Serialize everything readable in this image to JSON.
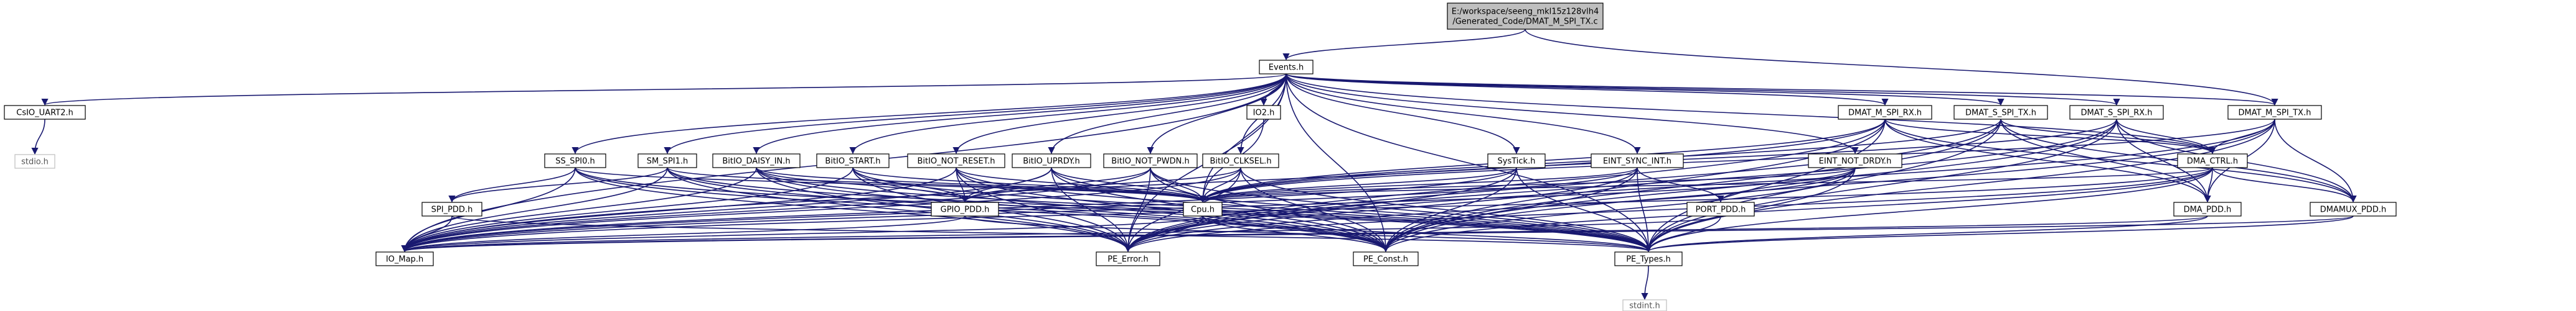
{
  "theme": {
    "edge_color": "#191970",
    "node_border": "#000000",
    "root_fill": "#bfbfbf",
    "external_border": "#bfbfbf",
    "external_text": "#555555",
    "background": "#ffffff"
  },
  "graph": {
    "root": {
      "id": "root",
      "lines": [
        "E:/workspace/seeng_mkl15z128vlh4",
        "/Generated_Code/DMAT_M_SPI_TX.c"
      ]
    },
    "nodes": [
      {
        "id": "events",
        "label": "Events.h",
        "kind": "file"
      },
      {
        "id": "csio",
        "label": "CsIO_UART2.h",
        "kind": "file"
      },
      {
        "id": "stdio",
        "label": "stdio.h",
        "kind": "external"
      },
      {
        "id": "io2",
        "label": "IO2.h",
        "kind": "file"
      },
      {
        "id": "dmatmrx",
        "label": "DMAT_M_SPI_RX.h",
        "kind": "file"
      },
      {
        "id": "dmatstx",
        "label": "DMAT_S_SPI_TX.h",
        "kind": "file"
      },
      {
        "id": "dmatsrx",
        "label": "DMAT_S_SPI_RX.h",
        "kind": "file"
      },
      {
        "id": "dmatmtx",
        "label": "DMAT_M_SPI_TX.h",
        "kind": "file"
      },
      {
        "id": "ssspi0",
        "label": "SS_SPI0.h",
        "kind": "file"
      },
      {
        "id": "smspi1",
        "label": "SM_SPI1.h",
        "kind": "file"
      },
      {
        "id": "daisy",
        "label": "BitIO_DAISY_IN.h",
        "kind": "file"
      },
      {
        "id": "start",
        "label": "BitIO_START.h",
        "kind": "file"
      },
      {
        "id": "notreset",
        "label": "BitIO_NOT_RESET.h",
        "kind": "file"
      },
      {
        "id": "uprdy",
        "label": "BitIO_UPRDY.h",
        "kind": "file"
      },
      {
        "id": "notpwdn",
        "label": "BitIO_NOT_PWDN.h",
        "kind": "file"
      },
      {
        "id": "clksel",
        "label": "BitIO_CLKSEL.h",
        "kind": "file"
      },
      {
        "id": "systick",
        "label": "SysTick.h",
        "kind": "file"
      },
      {
        "id": "eintsync",
        "label": "EINT_SYNC_INT.h",
        "kind": "file"
      },
      {
        "id": "eintnotdrdy",
        "label": "EINT_NOT_DRDY.h",
        "kind": "file"
      },
      {
        "id": "dmactrl",
        "label": "DMA_CTRL.h",
        "kind": "file"
      },
      {
        "id": "spipdd",
        "label": "SPI_PDD.h",
        "kind": "file"
      },
      {
        "id": "gpiopdd",
        "label": "GPIO_PDD.h",
        "kind": "file"
      },
      {
        "id": "cpu",
        "label": "Cpu.h",
        "kind": "file"
      },
      {
        "id": "portpdd",
        "label": "PORT_PDD.h",
        "kind": "file"
      },
      {
        "id": "dmapdd",
        "label": "DMA_PDD.h",
        "kind": "file"
      },
      {
        "id": "dmamuxpdd",
        "label": "DMAMUX_PDD.h",
        "kind": "file"
      },
      {
        "id": "iomap",
        "label": "IO_Map.h",
        "kind": "file"
      },
      {
        "id": "peerror",
        "label": "PE_Error.h",
        "kind": "file"
      },
      {
        "id": "peconst",
        "label": "PE_Const.h",
        "kind": "file"
      },
      {
        "id": "petypes",
        "label": "PE_Types.h",
        "kind": "file"
      },
      {
        "id": "stdint",
        "label": "stdint.h",
        "kind": "external"
      }
    ],
    "edges": [
      [
        "root",
        "events"
      ],
      [
        "root",
        "dmatmtx"
      ],
      [
        "events",
        "csio"
      ],
      [
        "events",
        "io2"
      ],
      [
        "events",
        "dmatmrx"
      ],
      [
        "events",
        "dmatstx"
      ],
      [
        "events",
        "dmatsrx"
      ],
      [
        "events",
        "dmatmtx"
      ],
      [
        "events",
        "ssspi0"
      ],
      [
        "events",
        "smspi1"
      ],
      [
        "events",
        "daisy"
      ],
      [
        "events",
        "start"
      ],
      [
        "events",
        "notreset"
      ],
      [
        "events",
        "uprdy"
      ],
      [
        "events",
        "notpwdn"
      ],
      [
        "events",
        "clksel"
      ],
      [
        "events",
        "systick"
      ],
      [
        "events",
        "eintsync"
      ],
      [
        "events",
        "eintnotdrdy"
      ],
      [
        "events",
        "dmactrl"
      ],
      [
        "events",
        "cpu"
      ],
      [
        "events",
        "iomap"
      ],
      [
        "events",
        "peerror"
      ],
      [
        "events",
        "peconst"
      ],
      [
        "events",
        "petypes"
      ],
      [
        "csio",
        "stdio"
      ],
      [
        "io2",
        "cpu"
      ],
      [
        "ssspi0",
        "spipdd"
      ],
      [
        "ssspi0",
        "cpu"
      ],
      [
        "ssspi0",
        "iomap"
      ],
      [
        "ssspi0",
        "peerror"
      ],
      [
        "ssspi0",
        "peconst"
      ],
      [
        "ssspi0",
        "petypes"
      ],
      [
        "smspi1",
        "spipdd"
      ],
      [
        "smspi1",
        "cpu"
      ],
      [
        "smspi1",
        "iomap"
      ],
      [
        "smspi1",
        "peerror"
      ],
      [
        "smspi1",
        "peconst"
      ],
      [
        "smspi1",
        "petypes"
      ],
      [
        "daisy",
        "gpiopdd"
      ],
      [
        "daisy",
        "cpu"
      ],
      [
        "daisy",
        "iomap"
      ],
      [
        "daisy",
        "peerror"
      ],
      [
        "daisy",
        "peconst"
      ],
      [
        "daisy",
        "petypes"
      ],
      [
        "start",
        "gpiopdd"
      ],
      [
        "start",
        "cpu"
      ],
      [
        "start",
        "iomap"
      ],
      [
        "start",
        "peerror"
      ],
      [
        "start",
        "peconst"
      ],
      [
        "start",
        "petypes"
      ],
      [
        "notreset",
        "gpiopdd"
      ],
      [
        "notreset",
        "cpu"
      ],
      [
        "notreset",
        "iomap"
      ],
      [
        "notreset",
        "peerror"
      ],
      [
        "notreset",
        "peconst"
      ],
      [
        "notreset",
        "petypes"
      ],
      [
        "uprdy",
        "gpiopdd"
      ],
      [
        "uprdy",
        "cpu"
      ],
      [
        "uprdy",
        "iomap"
      ],
      [
        "uprdy",
        "peerror"
      ],
      [
        "uprdy",
        "peconst"
      ],
      [
        "uprdy",
        "petypes"
      ],
      [
        "notpwdn",
        "gpiopdd"
      ],
      [
        "notpwdn",
        "cpu"
      ],
      [
        "notpwdn",
        "iomap"
      ],
      [
        "notpwdn",
        "peerror"
      ],
      [
        "notpwdn",
        "peconst"
      ],
      [
        "notpwdn",
        "petypes"
      ],
      [
        "clksel",
        "gpiopdd"
      ],
      [
        "clksel",
        "cpu"
      ],
      [
        "clksel",
        "iomap"
      ],
      [
        "clksel",
        "peerror"
      ],
      [
        "clksel",
        "peconst"
      ],
      [
        "clksel",
        "petypes"
      ],
      [
        "dmatmrx",
        "dmactrl"
      ],
      [
        "dmatmrx",
        "dmapdd"
      ],
      [
        "dmatmrx",
        "dmamuxpdd"
      ],
      [
        "dmatmrx",
        "cpu"
      ],
      [
        "dmatmrx",
        "iomap"
      ],
      [
        "dmatmrx",
        "peerror"
      ],
      [
        "dmatmrx",
        "peconst"
      ],
      [
        "dmatmrx",
        "petypes"
      ],
      [
        "dmatstx",
        "dmactrl"
      ],
      [
        "dmatstx",
        "dmapdd"
      ],
      [
        "dmatstx",
        "dmamuxpdd"
      ],
      [
        "dmatstx",
        "cpu"
      ],
      [
        "dmatstx",
        "peerror"
      ],
      [
        "dmatstx",
        "peconst"
      ],
      [
        "dmatstx",
        "petypes"
      ],
      [
        "dmatsrx",
        "dmactrl"
      ],
      [
        "dmatsrx",
        "dmapdd"
      ],
      [
        "dmatsrx",
        "dmamuxpdd"
      ],
      [
        "dmatsrx",
        "cpu"
      ],
      [
        "dmatsrx",
        "peerror"
      ],
      [
        "dmatsrx",
        "peconst"
      ],
      [
        "dmatsrx",
        "petypes"
      ],
      [
        "dmatmtx",
        "dmactrl"
      ],
      [
        "dmatmtx",
        "dmapdd"
      ],
      [
        "dmatmtx",
        "dmamuxpdd"
      ],
      [
        "dmatmtx",
        "cpu"
      ],
      [
        "dmatmtx",
        "peerror"
      ],
      [
        "dmatmtx",
        "peconst"
      ],
      [
        "dmatmtx",
        "petypes"
      ],
      [
        "systick",
        "cpu"
      ],
      [
        "systick",
        "iomap"
      ],
      [
        "systick",
        "peerror"
      ],
      [
        "systick",
        "peconst"
      ],
      [
        "systick",
        "petypes"
      ],
      [
        "eintsync",
        "portpdd"
      ],
      [
        "eintsync",
        "cpu"
      ],
      [
        "eintsync",
        "iomap"
      ],
      [
        "eintsync",
        "peerror"
      ],
      [
        "eintsync",
        "peconst"
      ],
      [
        "eintsync",
        "petypes"
      ],
      [
        "eintnotdrdy",
        "portpdd"
      ],
      [
        "eintnotdrdy",
        "cpu"
      ],
      [
        "eintnotdrdy",
        "iomap"
      ],
      [
        "eintnotdrdy",
        "peerror"
      ],
      [
        "eintnotdrdy",
        "peconst"
      ],
      [
        "eintnotdrdy",
        "petypes"
      ],
      [
        "dmactrl",
        "dmapdd"
      ],
      [
        "dmactrl",
        "dmamuxpdd"
      ],
      [
        "dmactrl",
        "cpu"
      ],
      [
        "dmactrl",
        "iomap"
      ],
      [
        "dmactrl",
        "peerror"
      ],
      [
        "dmactrl",
        "peconst"
      ],
      [
        "dmactrl",
        "petypes"
      ],
      [
        "cpu",
        "iomap"
      ],
      [
        "cpu",
        "peerror"
      ],
      [
        "cpu",
        "peconst"
      ],
      [
        "cpu",
        "petypes"
      ],
      [
        "spipdd",
        "iomap"
      ],
      [
        "spipdd",
        "petypes"
      ],
      [
        "gpiopdd",
        "iomap"
      ],
      [
        "gpiopdd",
        "petypes"
      ],
      [
        "portpdd",
        "iomap"
      ],
      [
        "portpdd",
        "petypes"
      ],
      [
        "dmapdd",
        "iomap"
      ],
      [
        "dmapdd",
        "petypes"
      ],
      [
        "dmamuxpdd",
        "iomap"
      ],
      [
        "dmamuxpdd",
        "petypes"
      ],
      [
        "petypes",
        "stdint"
      ]
    ]
  }
}
